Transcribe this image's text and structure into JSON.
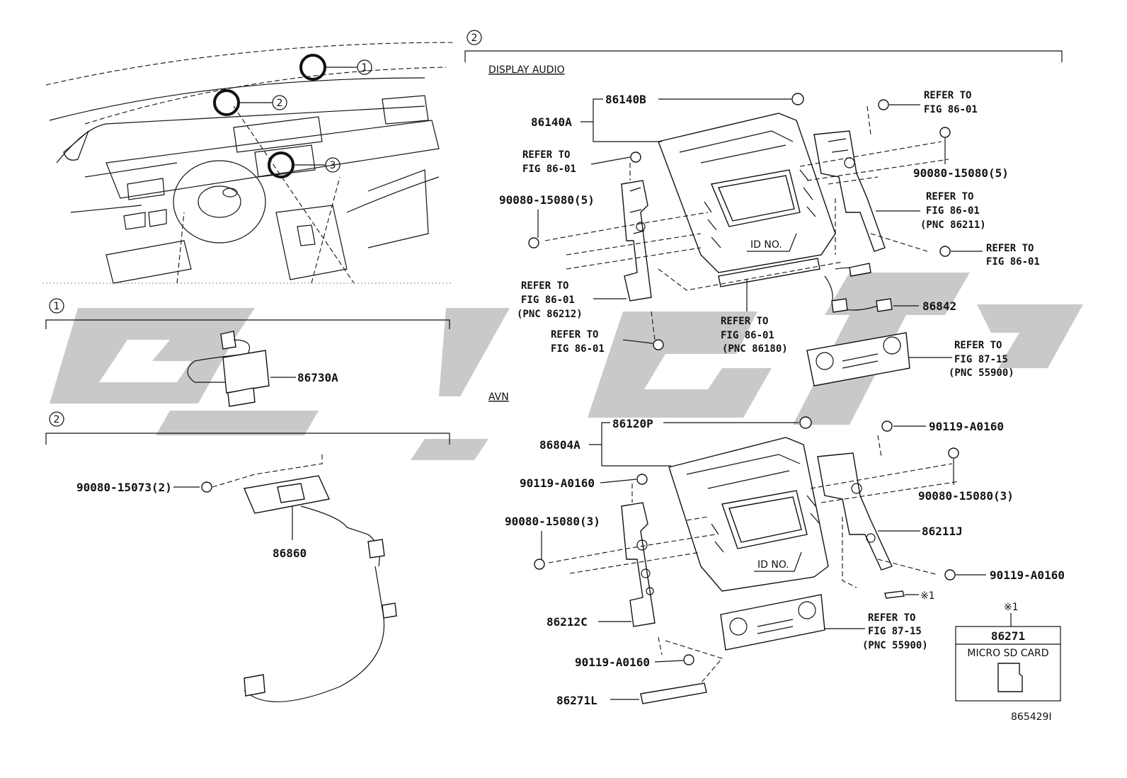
{
  "sections": {
    "top_left_callouts": [
      "1",
      "2",
      "3"
    ],
    "group1": {
      "num": "1"
    },
    "group2_left": {
      "num": "2"
    },
    "group2_right": {
      "num": "2"
    },
    "display_audio": "DISPLAY AUDIO",
    "avn": "AVN"
  },
  "labels": {
    "p86140A": "86140A",
    "p86140B": "86140B",
    "p86730A": "86730A",
    "p86860": "86860",
    "p90080_15073": "90080-15073(2)",
    "p90080_15080_5_left": "90080-15080(5)",
    "p90080_15080_5_right": "90080-15080(5)",
    "p86842": "86842",
    "p86120P": "86120P",
    "p86804A": "86804A",
    "p90119_a": "90119-A0160",
    "p90119_b": "90119-A0160",
    "p90119_c": "90119-A0160",
    "p90119_d": "90119-A0160",
    "p90080_15080_3_left": "90080-15080(3)",
    "p90080_15080_3_right": "90080-15080(3)",
    "p86211J": "86211J",
    "p86212C": "86212C",
    "p86271L": "86271L",
    "p86271": "86271",
    "micro_sd": "MICRO SD CARD",
    "star1_a": "※1",
    "star1_b": "※1",
    "id_no_a": "ID NO.",
    "id_no_b": "ID NO.",
    "diagram_id": "865429I"
  },
  "refs": {
    "r1": [
      "REFER TO",
      "FIG 86-01"
    ],
    "r2": [
      "REFER TO",
      "FIG 86-01"
    ],
    "r3": [
      "REFER TO",
      "FIG 86-01",
      "(PNC 86211)"
    ],
    "r4": [
      "REFER TO",
      "FIG 86-01"
    ],
    "r5": [
      "REFER TO",
      "FIG 86-01",
      "(PNC 86212)"
    ],
    "r6": [
      "REFER TO",
      "FIG 86-01"
    ],
    "r7": [
      "REFER TO",
      "FIG 86-01",
      "(PNC 86180)"
    ],
    "r8": [
      "REFER TO",
      "FIG 87-15",
      "(PNC 55900)"
    ],
    "r9": [
      "REFER TO",
      "FIG 87-15",
      "(PNC 55900)"
    ]
  }
}
